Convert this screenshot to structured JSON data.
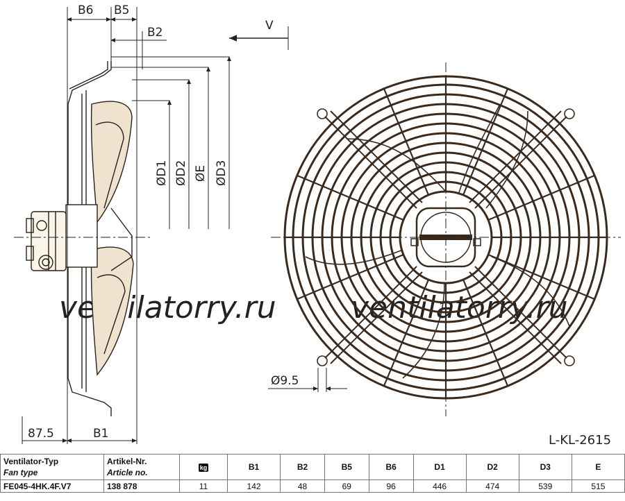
{
  "drawing": {
    "code": "L-KL-2615",
    "watermark": "ventilatorry.ru",
    "dims": {
      "b6": "B6",
      "b5": "B5",
      "b2": "B2",
      "b1": "B1",
      "side": "87.5",
      "view": "V",
      "d1": "ØD1",
      "d2": "ØD2",
      "e": "ØE",
      "d3": "ØD3",
      "hole": "Ø9.5"
    }
  },
  "table": {
    "header": {
      "type_de": "Ventilator-Typ",
      "type_en": "Fan type",
      "art_de": "Artikel-Nr.",
      "art_en": "Article no.",
      "kg": "kg",
      "cols": [
        "B1",
        "B2",
        "B5",
        "B6",
        "D1",
        "D2",
        "D3",
        "E"
      ]
    },
    "row": {
      "type": "FE045-4HK.4F.V7",
      "article": "138 878",
      "weight": "11",
      "values": [
        "142",
        "48",
        "69",
        "96",
        "446",
        "474",
        "539",
        "515"
      ]
    }
  }
}
